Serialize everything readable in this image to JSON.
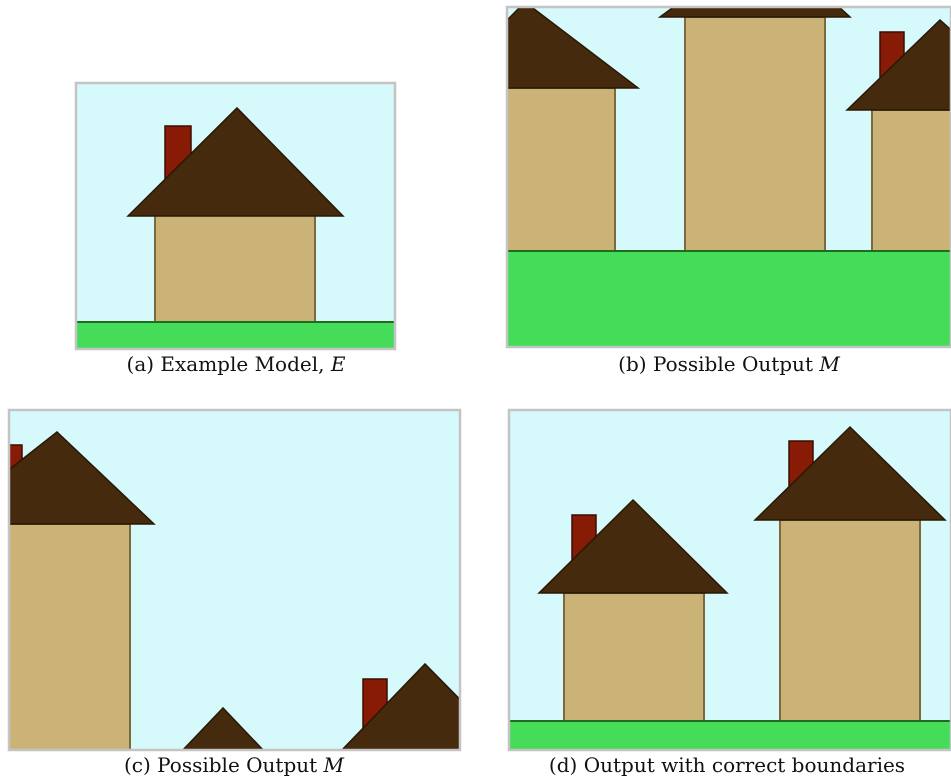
{
  "colors": {
    "sky": "#d6fafb",
    "frame": "#c4c4c4",
    "grass": "#45dc59",
    "grass_edge": "#1f6b1f",
    "roof": "#452a0d",
    "wall": "#cbb378",
    "wall_edge": "#7c6a3e",
    "chimney": "#871b05",
    "chimney_edge": "#3a0c02"
  },
  "captions": {
    "a": {
      "prefix": "(a) Example Model, ",
      "var": "E"
    },
    "b": {
      "prefix": "(b) Possible Output ",
      "var": "M"
    },
    "c": {
      "prefix": "(c) Possible Output ",
      "var": "M"
    },
    "d": {
      "prefix": "(d) Output with correct boundaries",
      "var": ""
    }
  }
}
